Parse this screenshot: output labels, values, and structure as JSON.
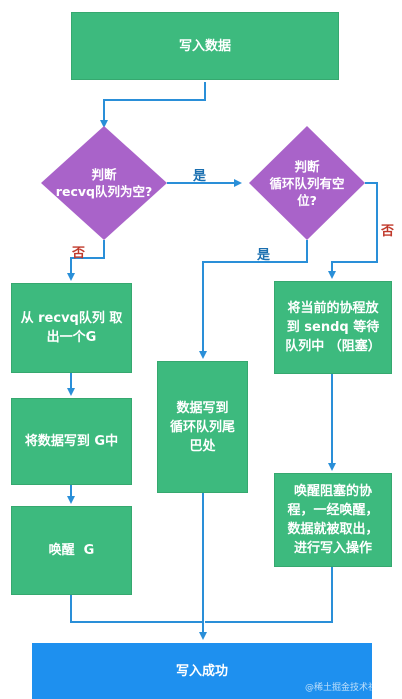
{
  "nodes": {
    "write_data": "写入数据",
    "decision_recvq": "判断\nrecvq队列为空?",
    "decision_buffer": "判断\n循环队列有空\n位?",
    "take_g": "从 recvq队列 取\n出一个G",
    "write_to_g": "将数据写到 G中",
    "wake_g": "唤醒  G",
    "write_buffer_tail": "数据写到\n循环队列尾\n巴处",
    "put_sendq": "将当前的协程放\n到 sendq 等待\n队列中 （阻塞）",
    "wake_blocked": "唤醒阻塞的协\n程，一经唤醒，\n数据就被取出，\n进行写入操作",
    "write_success": "写入成功"
  },
  "labels": {
    "recvq_no": "否",
    "recvq_yes": "是",
    "buffer_yes": "是",
    "buffer_no": "否"
  },
  "watermark": "@稀土掘金技术社区",
  "colors": {
    "process": "#3dba7e",
    "decision": "#a963c9",
    "terminal": "#1e90ef",
    "arrow": "#2a8fd8",
    "label_no": "#c0392b",
    "label_yes": "#1a6fb0"
  }
}
